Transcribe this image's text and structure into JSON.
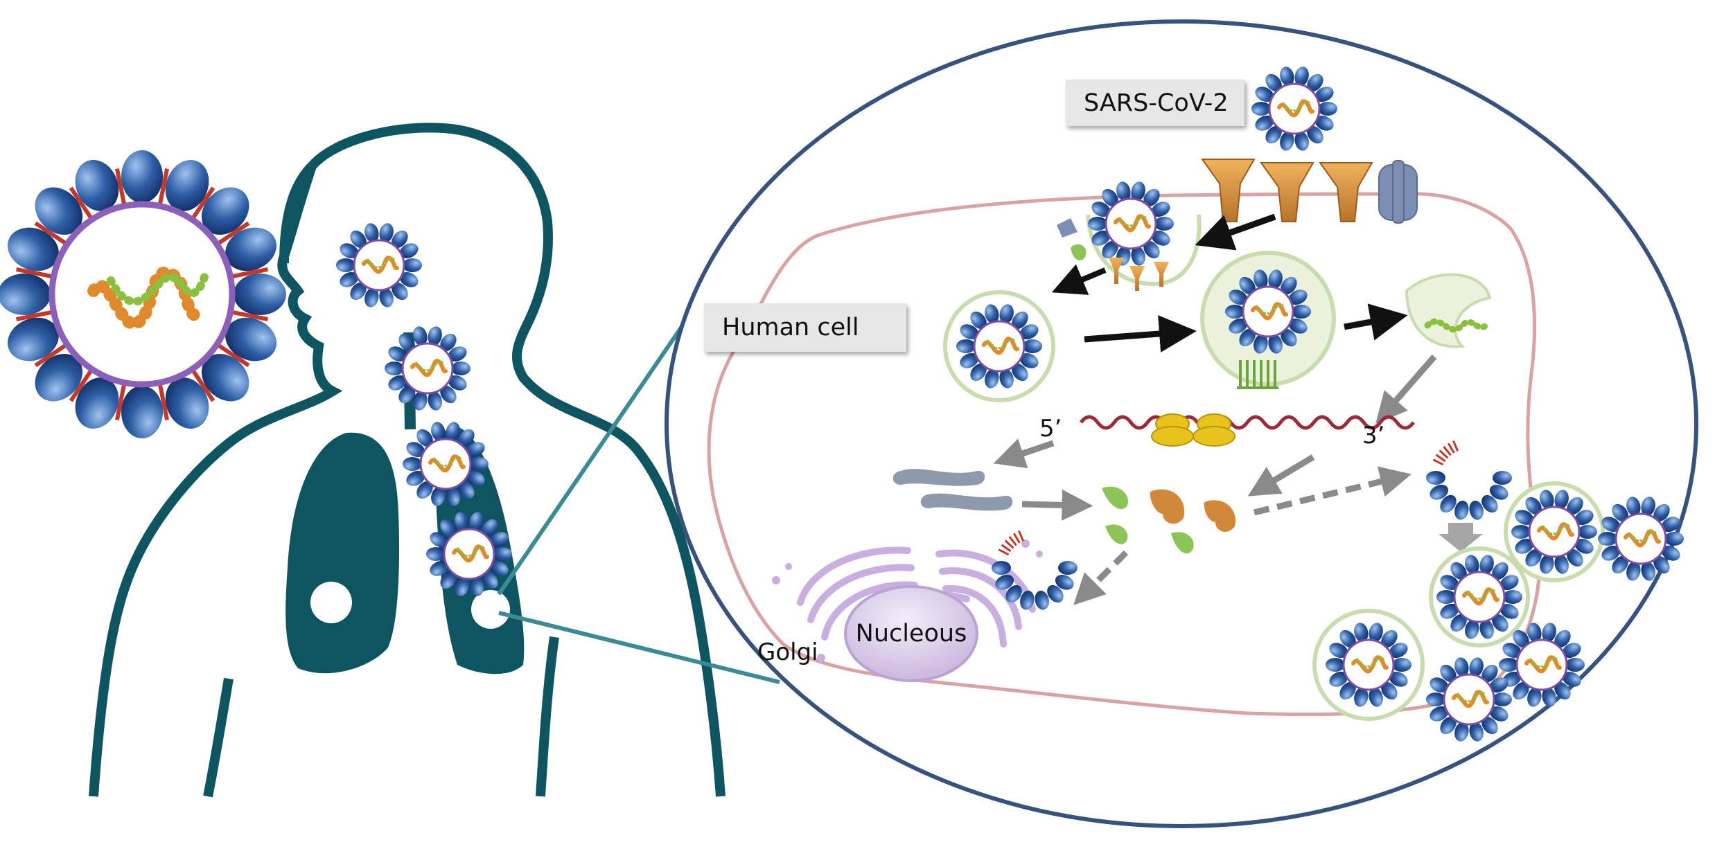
{
  "labels": {
    "sars_cov_2": "SARS-CoV-2",
    "human_cell": "Human cell",
    "five_prime": "5’",
    "three_prime": "3’",
    "golgi": "Golgi",
    "nucleous": "Nucleous"
  },
  "colors": {
    "body_outline": "#0f5461",
    "lungs": "#0f5461",
    "cell_oval": "#36527d",
    "cell_membrane": "#d9a3a3",
    "spike_blue": "#2f5fa6",
    "spike_red": "#c0392b",
    "envelope_purple": "#7b4ea3",
    "rna_orange": "#e08a2e",
    "rna_green": "#8dbf3f",
    "receptor_orange": "#d2883a",
    "protein_gray": "#8e99ad",
    "vesicle_green": "#c8dcae",
    "golgi_purple": "#c9aee0",
    "nucleus_lavender": "#d8cbe6",
    "arrow_black": "#111111",
    "arrow_gray": "#8a8a8a",
    "ribosome_yellow": "#e8c31c",
    "mrna_red": "#9c2a3a",
    "connector": "#3b8a96"
  }
}
